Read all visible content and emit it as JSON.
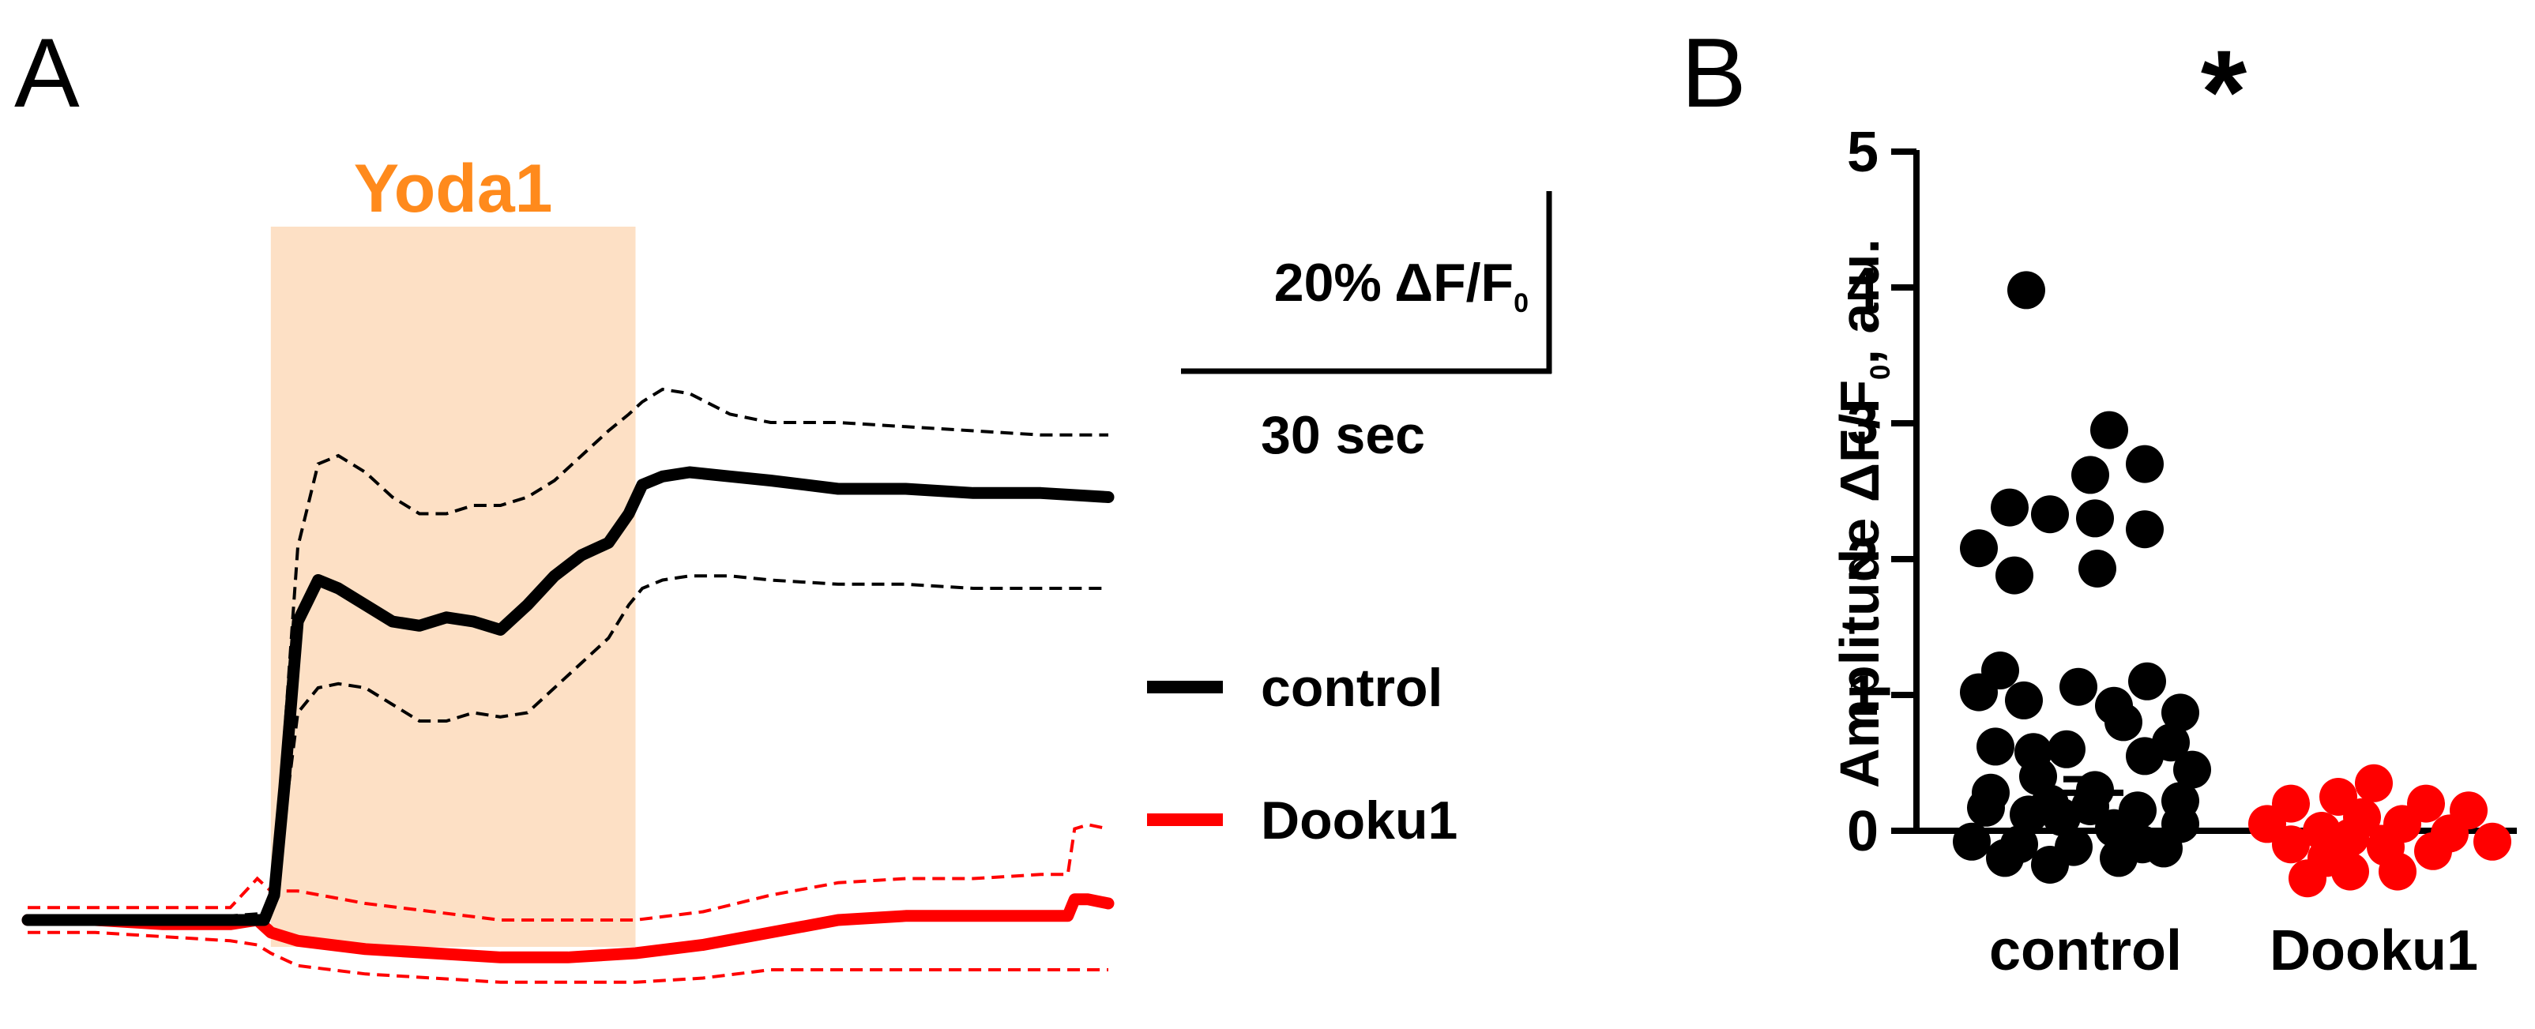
{
  "chart_data": [
    {
      "panel": "A",
      "type": "line",
      "stimulus_label": "Yoda1",
      "scale_bar": {
        "y_label": "20% ΔF/F",
        "y_label_sub": "0",
        "x_label": "30 sec",
        "y_value": 20,
        "x_value": 30
      },
      "x_unit": "sec",
      "y_unit": "% ΔF/F0",
      "stimulus_window": [
        36,
        90
      ],
      "series": [
        {
          "name": "control",
          "color": "#000000",
          "x": [
            0,
            10,
            20,
            30,
            35,
            36.5,
            38,
            40,
            43,
            46,
            50,
            54,
            58,
            62,
            66,
            70,
            74,
            78,
            82,
            86,
            89,
            91,
            94,
            98,
            104,
            110,
            120,
            130,
            140,
            150,
            160
          ],
          "mean": [
            0,
            0,
            0,
            0,
            0,
            3,
            16,
            36,
            41,
            40,
            38,
            36,
            35.5,
            36.5,
            36,
            35,
            38,
            41.5,
            44,
            45.5,
            49,
            52.5,
            53.5,
            54,
            53.5,
            53,
            52,
            52,
            51.5,
            51.5,
            51
          ],
          "upper": [
            0.5,
            0.5,
            0.5,
            0.5,
            0.8,
            4,
            22,
            45,
            55,
            56,
            54,
            51,
            49,
            49,
            50,
            50,
            51,
            53,
            56,
            59,
            61,
            62.5,
            64,
            63.5,
            61,
            60,
            60,
            59.5,
            59,
            58.5,
            58.5
          ],
          "lower": [
            -0.5,
            -0.5,
            -0.5,
            -0.5,
            -0.3,
            2,
            12,
            25,
            28,
            28.5,
            28,
            26,
            24,
            24,
            25,
            24.5,
            25,
            28,
            31,
            34,
            38,
            40,
            41,
            41.5,
            41.5,
            41,
            40.5,
            40.5,
            40,
            40,
            40
          ]
        },
        {
          "name": "Dooku1",
          "color": "#ff0000",
          "x": [
            0,
            10,
            20,
            30,
            34,
            36,
            40,
            50,
            60,
            70,
            80,
            90,
            100,
            110,
            120,
            130,
            140,
            150,
            154,
            155,
            157,
            160
          ],
          "mean": [
            0,
            0,
            -0.5,
            -0.5,
            0,
            -1.5,
            -2.5,
            -3.5,
            -4,
            -4.5,
            -4.5,
            -4,
            -3,
            -1.5,
            0,
            0.5,
            0.5,
            0.5,
            0.5,
            2.5,
            2.5,
            2
          ],
          "upper": [
            1.5,
            1.5,
            1.5,
            1.5,
            5,
            3.5,
            3.5,
            2,
            1,
            0,
            0,
            0,
            1,
            3,
            4.5,
            5,
            5,
            5.5,
            5.5,
            11,
            11.5,
            11
          ],
          "lower": [
            -1.5,
            -1.5,
            -2,
            -2.5,
            -3,
            -4,
            -5.5,
            -6.5,
            -7,
            -7.5,
            -7.5,
            -7.5,
            -7,
            -6,
            -6,
            -6,
            -6,
            -6,
            -6,
            -6,
            -6,
            -6
          ]
        }
      ]
    },
    {
      "panel": "B",
      "type": "scatter",
      "ylabel": "Amplitude ΔF/F",
      "ylabel_sub": "0",
      "ylabel_suffix": ", a.u.",
      "ylim": [
        0,
        5
      ],
      "yticks": [
        0,
        1,
        2,
        3,
        4,
        5
      ],
      "categories": [
        "control",
        "Dooku1"
      ],
      "significance": "*",
      "series": [
        {
          "name": "control",
          "color": "#000000",
          "mean": 0.28,
          "sem": 0.1,
          "values": [
            3.98,
            2.95,
            2.7,
            2.62,
            2.38,
            2.33,
            2.3,
            2.22,
            2.08,
            1.93,
            1.88,
            1.18,
            1.1,
            1.06,
            1.02,
            0.96,
            0.92,
            0.87,
            0.8,
            0.65,
            0.62,
            0.6,
            0.58,
            0.55,
            0.45,
            0.4,
            0.3,
            0.28,
            0.22,
            0.2,
            0.18,
            0.17,
            0.15,
            0.12,
            0.1,
            0.05,
            0.02,
            -0.08,
            -0.1,
            -0.1,
            -0.12,
            -0.13,
            -0.2,
            -0.2,
            -0.25
          ],
          "jitter": [
            0.25,
            0.6,
            0.75,
            0.52,
            0.18,
            0.35,
            0.54,
            0.75,
            0.05,
            0.55,
            0.2,
            0.14,
            0.76,
            0.47,
            0.05,
            0.24,
            0.62,
            0.9,
            0.66,
            0.86,
            0.12,
            0.42,
            0.28,
            0.75,
            0.95,
            0.3,
            0.54,
            0.1,
            0.9,
            0.35,
            0.52,
            0.08,
            0.72,
            0.26,
            0.4,
            0.9,
            0.62,
            0.02,
            0.22,
            0.74,
            0.45,
            0.83,
            0.16,
            0.64,
            0.35
          ]
        },
        {
          "name": "Dooku1",
          "color": "#ff0000",
          "mean": -0.02,
          "sem": 0.04,
          "values": [
            0.35,
            0.25,
            0.2,
            0.2,
            0.15,
            0.1,
            0.05,
            0.05,
            0.0,
            -0.02,
            -0.05,
            -0.08,
            -0.1,
            -0.12,
            -0.15,
            -0.2,
            -0.3,
            -0.3,
            -0.35
          ],
          "jitter": [
            0.5,
            0.35,
            0.15,
            0.72,
            0.9,
            0.45,
            0.05,
            0.62,
            0.28,
            0.82,
            0.4,
            1.0,
            0.15,
            0.55,
            0.75,
            0.3,
            0.6,
            0.4,
            0.22
          ]
        }
      ]
    }
  ]
}
